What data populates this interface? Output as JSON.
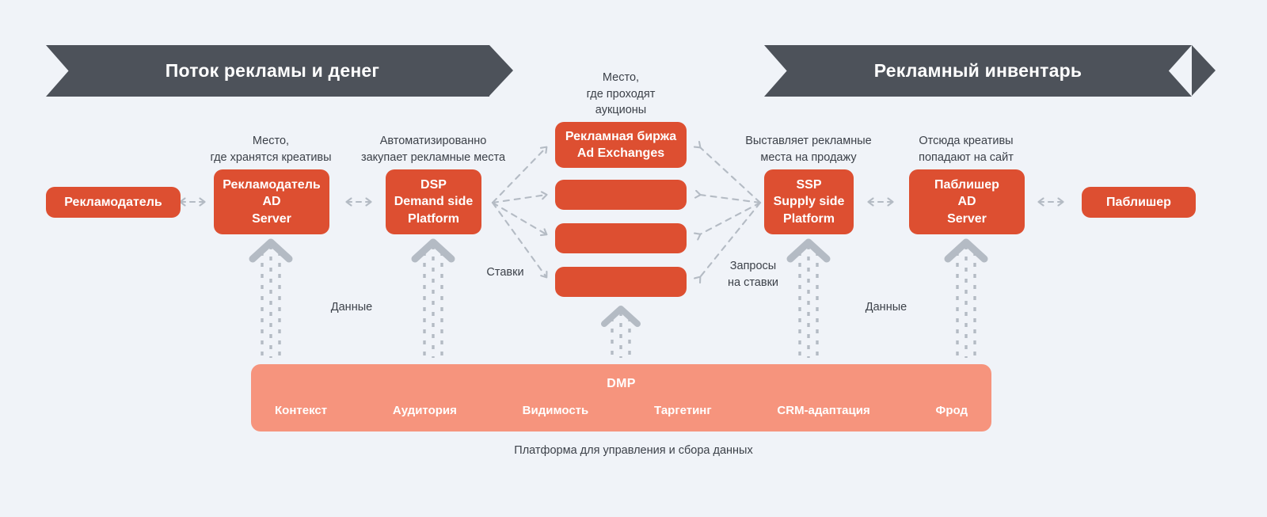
{
  "colors": {
    "background": "#f0f3f8",
    "banner": "#4d525a",
    "node": "#dd4f31",
    "dmp_bar": "#f6947d",
    "connector": "#b4bbc4",
    "text_dark": "#3c4149",
    "text_light": "#ffffff"
  },
  "banners": {
    "left": "Поток рекламы и денег",
    "right": "Рекламный инвентарь"
  },
  "nodes": {
    "advertiser": "Рекламодатель",
    "advertiser_ad_server": "Рекламодатель\nAD\nServer",
    "dsp": "DSP\nDemand side\nPlatform",
    "ad_exchange": "Рекламная биржа\nAd Exchanges",
    "exchange_2": "",
    "exchange_3": "",
    "exchange_4": "",
    "ssp": "SSP\nSupply side\nPlatform",
    "publisher_ad_server": "Паблишер\nAD\nServer",
    "publisher": "Паблишер"
  },
  "captions": {
    "advertiser_ad_server": "Место,\nгде хранятся креативы",
    "dsp": "Автоматизированно\nзакупает рекламные места",
    "ad_exchange": "Место,\nгде проходят\nаукционы",
    "ssp": "Выставляет рекламные\nместа на продажу",
    "publisher_ad_server": "Отсюда креативы\nпопадают на сайт"
  },
  "flow_labels": {
    "bids": "Ставки",
    "bid_requests": "Запросы\nна ставки",
    "data_left": "Данные",
    "data_right": "Данные"
  },
  "dmp": {
    "title": "DMP",
    "items": [
      "Контекст",
      "Аудитория",
      "Видимость",
      "Таргетинг",
      "CRM-адаптация",
      "Фрод"
    ],
    "caption": "Платформа для управления и сбора данных"
  }
}
